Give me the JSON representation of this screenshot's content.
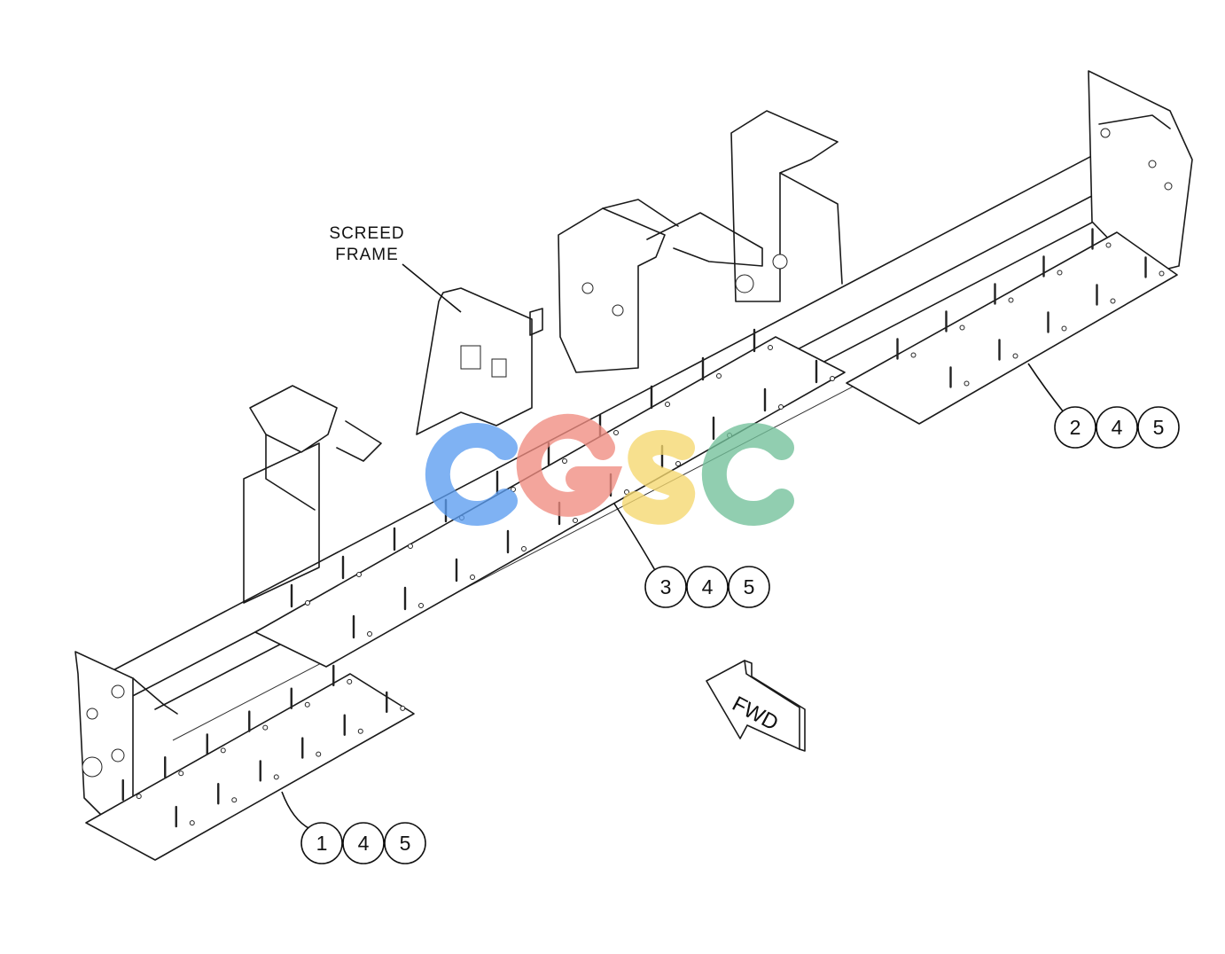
{
  "diagram": {
    "label": {
      "line1": "SCREED",
      "line2": "FRAME"
    },
    "fwd_arrow_text": "FWD",
    "watermark_text": "CGSC",
    "callout_groups": [
      {
        "id": "left-plate",
        "items": [
          "1",
          "4",
          "5"
        ]
      },
      {
        "id": "center-plate",
        "items": [
          "3",
          "4",
          "5"
        ]
      },
      {
        "id": "right-plate",
        "items": [
          "2",
          "4",
          "5"
        ]
      }
    ],
    "colors": {
      "line": "#1a1a1a",
      "background": "#ffffff",
      "watermark_c1": "#5b9cf0",
      "watermark_g": "#f08c80",
      "watermark_s": "#f5d76e",
      "watermark_c2": "#72c09a"
    }
  }
}
